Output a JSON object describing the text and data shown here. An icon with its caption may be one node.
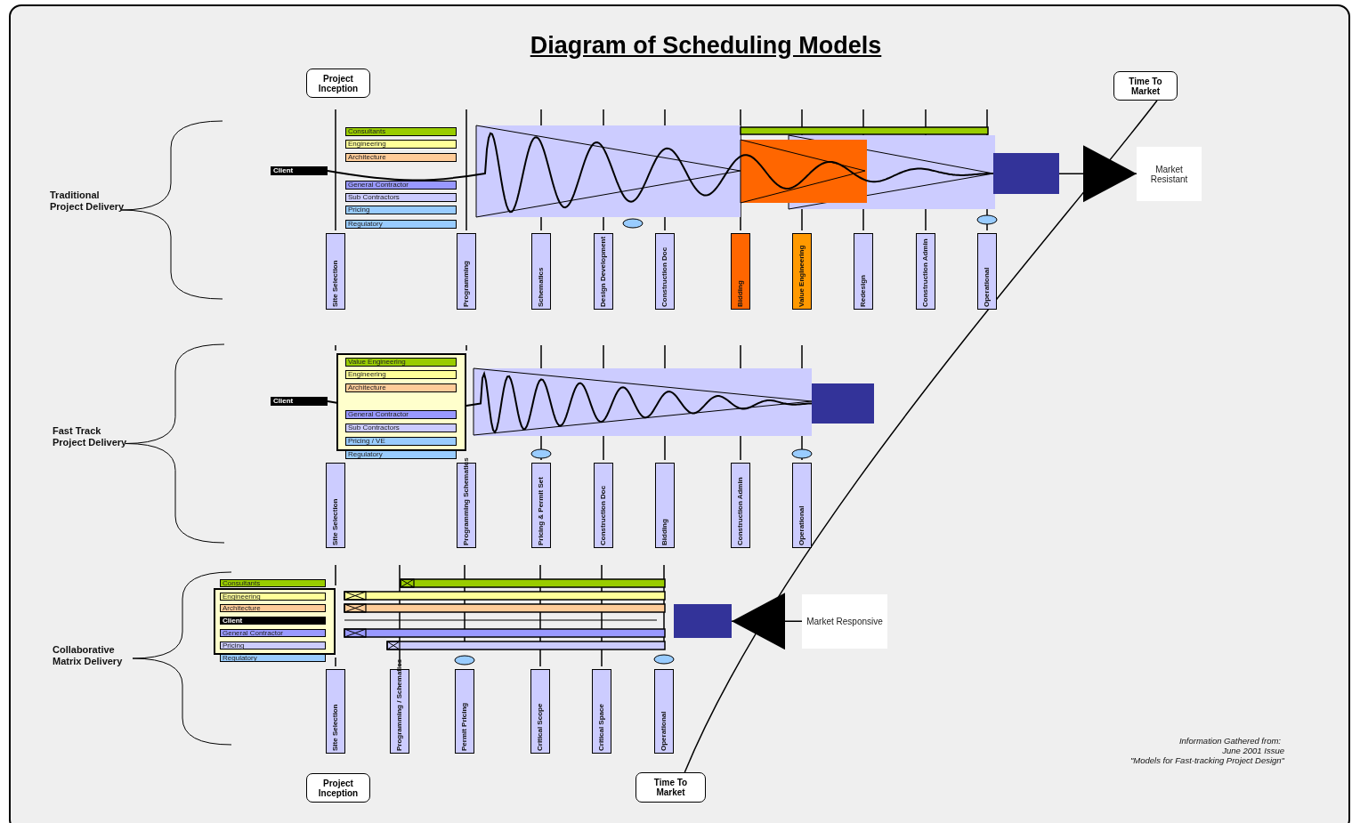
{
  "diagram": {
    "title": "Diagram of Scheduling Models",
    "nodes": [
      {
        "text": [
          "Project Inception"
        ]
      },
      {
        "text": [
          "Time To Market"
        ]
      },
      {
        "text": [
          "Consultants"
        ]
      },
      {
        "text": [
          "Engineering"
        ]
      },
      {
        "text": [
          "Architecture"
        ]
      },
      {
        "text": [
          "Client"
        ]
      },
      {
        "text": [
          "General Contractor"
        ]
      },
      {
        "text": [
          "Sub Contractors"
        ]
      },
      {
        "text": [
          "Pricing"
        ]
      },
      {
        "text": [
          "Regulatory"
        ]
      },
      {
        "text": [],
        "shape": "box"
      },
      {
        "text": [
          "Market Resistant"
        ]
      },
      {
        "text": [
          "Site Selection"
        ]
      },
      {
        "text": [
          "Programming"
        ]
      },
      {
        "text": [
          "Schematics"
        ]
      },
      {
        "text": [
          "Design Development"
        ]
      },
      {
        "text": [
          "Construction Doc"
        ]
      },
      {
        "text": [
          "Bidding"
        ]
      },
      {
        "text": [
          "Value Engineering"
        ]
      },
      {
        "text": [
          "Redesign"
        ]
      },
      {
        "text": [
          "Construction Admin"
        ]
      },
      {
        "text": [
          "Operational"
        ]
      },
      {
        "text": [],
        "shape": "box"
      },
      {
        "text": [
          "Value Engineering"
        ],
        "in": 22
      },
      {
        "text": [
          "Engineering"
        ],
        "in": 22
      },
      {
        "text": [
          "Architecture"
        ],
        "in": 22
      },
      {
        "text": [
          "Client"
        ]
      },
      {
        "text": [
          "General Contractor"
        ],
        "in": 22
      },
      {
        "text": [
          "Sub Contractors"
        ],
        "in": 22
      },
      {
        "text": [
          "Pricing / VE"
        ],
        "in": 22
      },
      {
        "text": [
          "Regulatory"
        ]
      },
      {
        "text": [],
        "shape": "box"
      },
      {
        "text": [
          "Site Selection"
        ]
      },
      {
        "text": [
          "Programming Schematics"
        ]
      },
      {
        "text": [
          "Pricing & Permit Set"
        ]
      },
      {
        "text": [
          "Construction Doc"
        ]
      },
      {
        "text": [
          "Bidding"
        ]
      },
      {
        "text": [
          "Construction Admin"
        ]
      },
      {
        "text": [
          "Operational"
        ]
      },
      {
        "text": [
          "Consultants"
        ]
      },
      {
        "text": [],
        "shape": "box"
      },
      {
        "text": [
          "Engineering"
        ],
        "in": 40
      },
      {
        "text": [
          "Architecture"
        ],
        "in": 40
      },
      {
        "text": [
          "Client"
        ],
        "in": 40
      },
      {
        "text": [
          "General Contractor"
        ],
        "in": 40
      },
      {
        "text": [
          "Pricing"
        ],
        "in": 40
      },
      {
        "text": [
          "Regulatory"
        ]
      },
      {
        "text": [],
        "shape": "box"
      },
      {
        "text": [
          "Market Responsive"
        ]
      },
      {
        "text": [
          "Site Selection"
        ]
      },
      {
        "text": [
          "Programming / Schematics"
        ]
      },
      {
        "text": [
          "Permit Pricing"
        ]
      },
      {
        "text": [
          "Critical Scope"
        ]
      },
      {
        "text": [
          "Critical Space"
        ]
      },
      {
        "text": [
          "Operational"
        ]
      },
      {
        "text": [
          "Project Inception"
        ]
      },
      {
        "text": [
          "Time To Market"
        ]
      }
    ],
    "edges": [
      {
        "from": 5,
        "to": 10,
        "arrow": "none"
      },
      {
        "from": 10,
        "to": 11,
        "arrow": "to"
      },
      {
        "from": 26,
        "to": 31,
        "arrow": "none"
      },
      {
        "from": 48,
        "to": 47,
        "arrow": "to"
      },
      {
        "from": 56,
        "to": 1,
        "arrow": "none"
      }
    ],
    "labels": [
      "Traditional Project Delivery",
      "Fast Track Project Delivery",
      "Collaborative Matrix Delivery",
      "Information Gathered from:",
      "June 2001 Issue",
      "\"Models for Fast-tracking Project Design\""
    ]
  }
}
